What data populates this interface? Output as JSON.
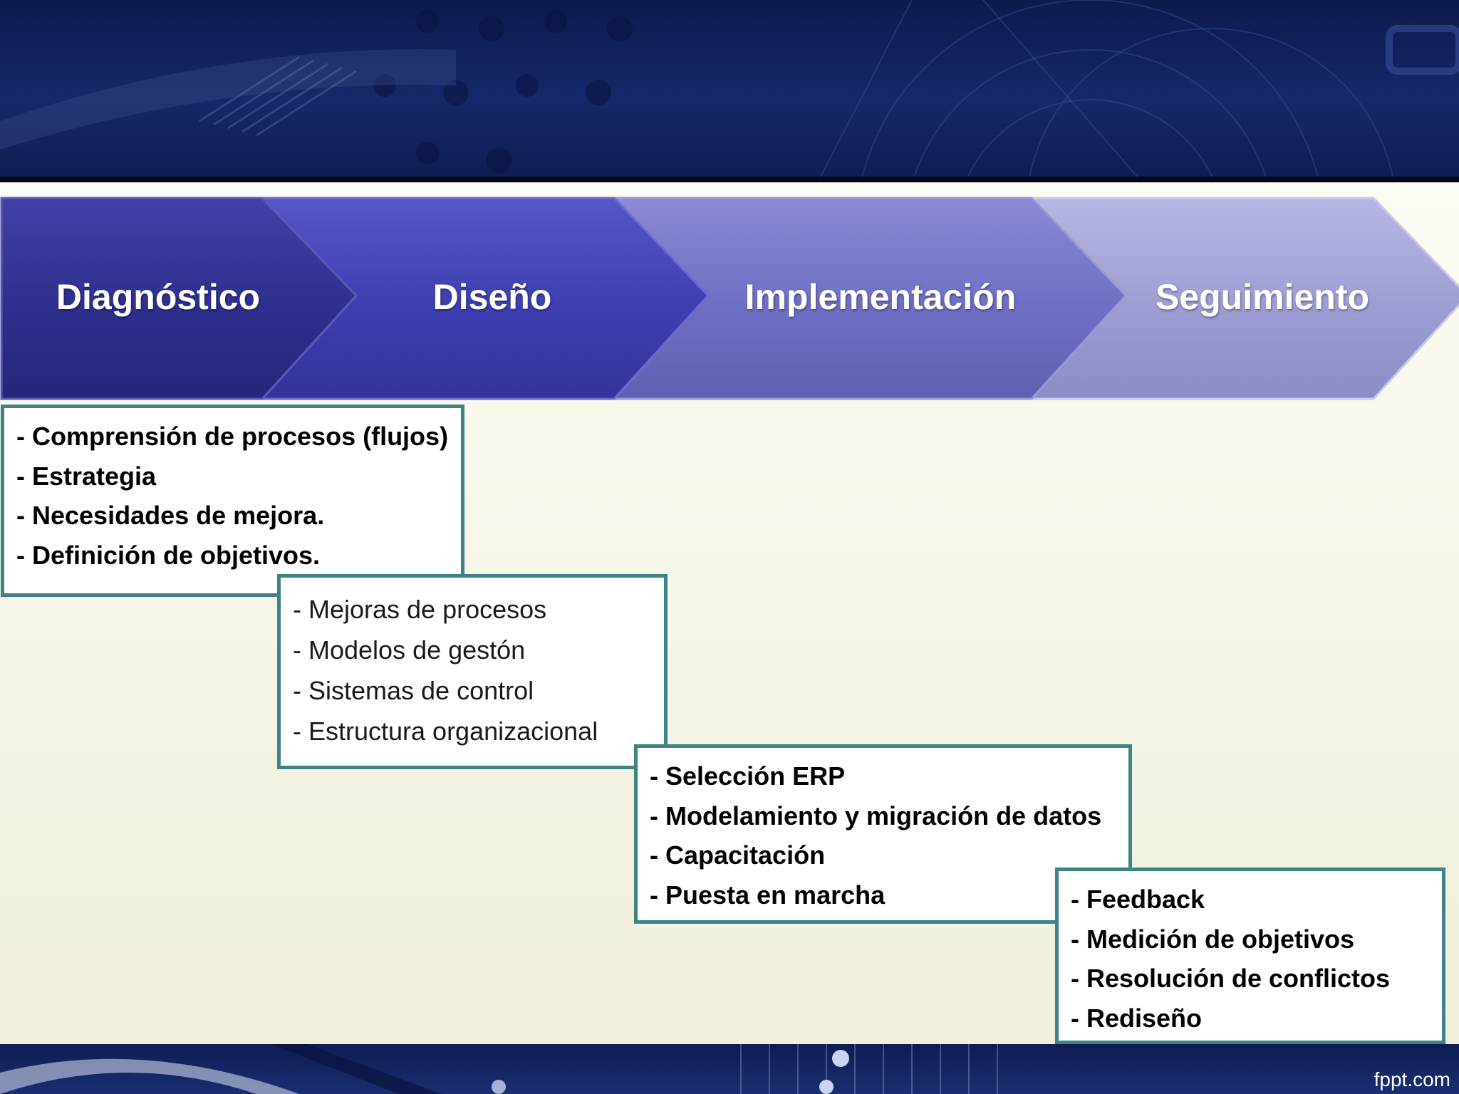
{
  "stages": [
    {
      "title": "Diagnóstico",
      "color": "#2e2f8e",
      "items": [
        "- Comprensión de procesos (flujos)",
        "- Estrategia",
        "- Necesidades de mejora.",
        "- Definición de objetivos."
      ]
    },
    {
      "title": "Diseño",
      "color": "#3d3eb0",
      "items": [
        "- Mejoras de procesos",
        "- Modelos de gestón",
        "- Sistemas de control",
        "- Estructura organizacional"
      ]
    },
    {
      "title": "Implementación",
      "color": "#6e6ec4",
      "items": [
        "- Selección ERP",
        "- Modelamiento y migración de datos",
        "- Capacitación",
        "- Puesta en marcha"
      ]
    },
    {
      "title": "Seguimiento",
      "color": "#9d9dd4",
      "items": [
        "- Feedback",
        "- Medición de objetivos",
        "- Resolución de conflictos",
        "- Rediseño"
      ]
    }
  ],
  "colors": {
    "box_border": "#3d8387",
    "banner": "#14256a"
  },
  "footer": {
    "brand": "fppt.com"
  }
}
